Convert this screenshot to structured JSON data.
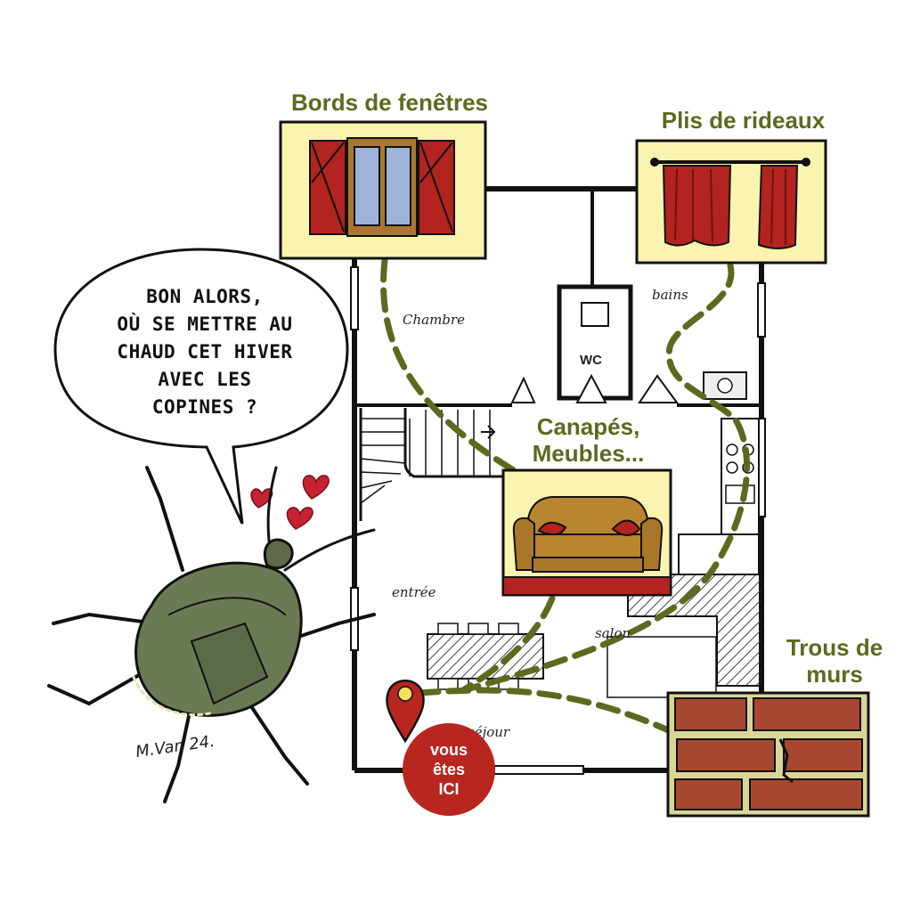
{
  "labels": {
    "windows": "Bords de fenêtres",
    "curtains": "Plis de rideaux",
    "furniture_line1": "Canapés,",
    "furniture_line2": "Meubles...",
    "walls_line1": "Trous de",
    "walls_line2": "murs"
  },
  "rooms": {
    "chambre": "Chambre",
    "bains": "bains",
    "wc": "WC",
    "entree": "entrée",
    "salon": "salon",
    "sejour": "séjour"
  },
  "bubble": {
    "lines": [
      "BON ALORS,",
      "OÙ SE METTRE AU",
      "CHAUD CET HIVER",
      "AVEC LES",
      "COPINES ?"
    ]
  },
  "marker": {
    "line1": "vous",
    "line2": "êtes",
    "line3": "ICI"
  },
  "signature": "M.Van 24.",
  "colors": {
    "label_green": "#5a6b1f",
    "path_green": "#5a6b1f",
    "panel_yellow": "#faf4b0",
    "shutter_red": "#b3231f",
    "marker_red": "#b7261f",
    "brick": "#a8472f",
    "bug_green": "#6b7a55"
  }
}
